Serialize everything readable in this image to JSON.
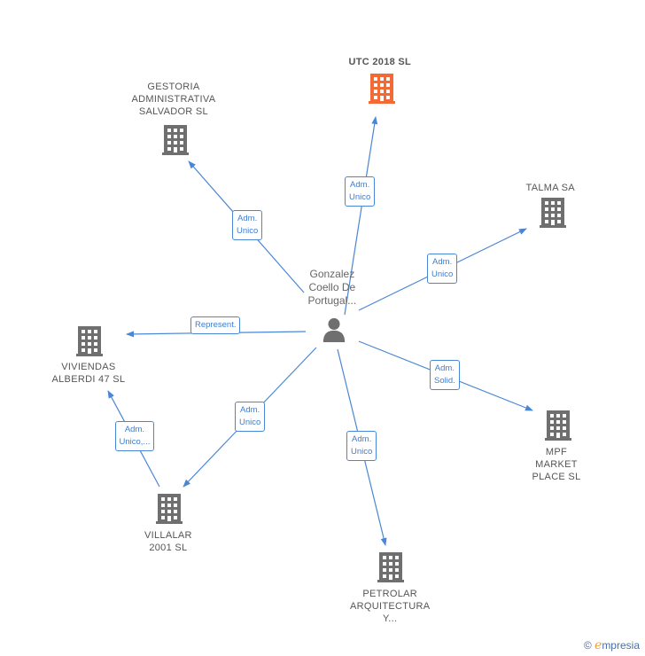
{
  "center": {
    "name": "Gonzalez\nCoello De\nPortugal..."
  },
  "companies": [
    {
      "id": "utc",
      "name": "UTC 2018  SL",
      "highlight": true
    },
    {
      "id": "gestoria",
      "name": "GESTORIA\nADMINISTRATIVA\nSALVADOR  SL",
      "highlight": false
    },
    {
      "id": "talma",
      "name": "TALMA SA",
      "highlight": false
    },
    {
      "id": "viviendas",
      "name": "VIVIENDAS\nALBERDI 47  SL",
      "highlight": false
    },
    {
      "id": "mpf",
      "name": "MPF\nMARKET\nPLACE SL",
      "highlight": false
    },
    {
      "id": "villalar",
      "name": "VILLALAR\n2001 SL",
      "highlight": false
    },
    {
      "id": "petrolar",
      "name": "PETROLAR\nARQUITECTURA\nY...",
      "highlight": false
    }
  ],
  "relations": [
    {
      "from": "center",
      "to": "utc",
      "label": "Adm.\nUnico"
    },
    {
      "from": "center",
      "to": "gestoria",
      "label": "Adm.\nUnico"
    },
    {
      "from": "center",
      "to": "talma",
      "label": "Adm.\nUnico"
    },
    {
      "from": "center",
      "to": "viviendas",
      "label": "Represent."
    },
    {
      "from": "center",
      "to": "mpf",
      "label": "Adm.\nSolid."
    },
    {
      "from": "center",
      "to": "villalar",
      "label": "Adm.\nUnico"
    },
    {
      "from": "center",
      "to": "petrolar",
      "label": "Adm.\nUnico"
    },
    {
      "from": "villalar",
      "to": "viviendas",
      "label": "Adm.\nUnico,..."
    }
  ],
  "colors": {
    "edge": "#4a86d6",
    "building": "#6f6f6f",
    "building_highlight": "#f26a35",
    "person": "#6f6f6f"
  },
  "icons": {
    "company": "building-icon",
    "person": "person-icon"
  },
  "footer": {
    "copyright": "©",
    "brand_initial": "e",
    "brand_rest": "mpresia"
  }
}
